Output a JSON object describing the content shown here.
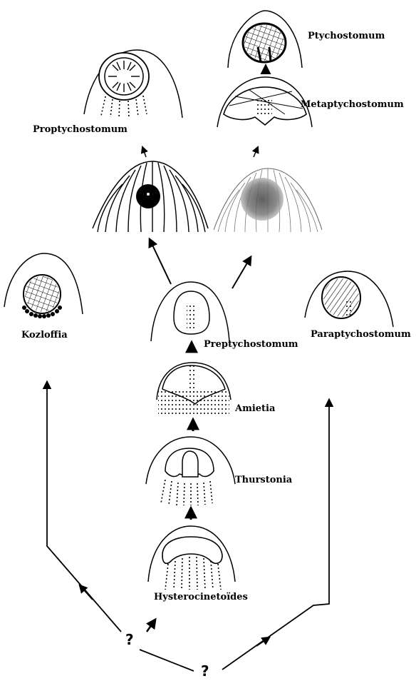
{
  "labels": {
    "ptychostomum": "Ptychostomum",
    "metaptychostomum": "Metaptychostomum",
    "proptychostomum": "Proptychostomum",
    "kozloffia": "Kozloffia",
    "preptychostomum": "Preptychostomum",
    "paraptychostomum": "Paraptychostomum",
    "amietia": "Amietia",
    "thurstonia": "Thurstonia",
    "hysterocinetoides": "Hysterocinetoïdes"
  },
  "unknown_origins": [
    "?",
    "?"
  ],
  "colors": {
    "ink": "#000000",
    "background": "#ffffff",
    "stipple": "#555555"
  }
}
